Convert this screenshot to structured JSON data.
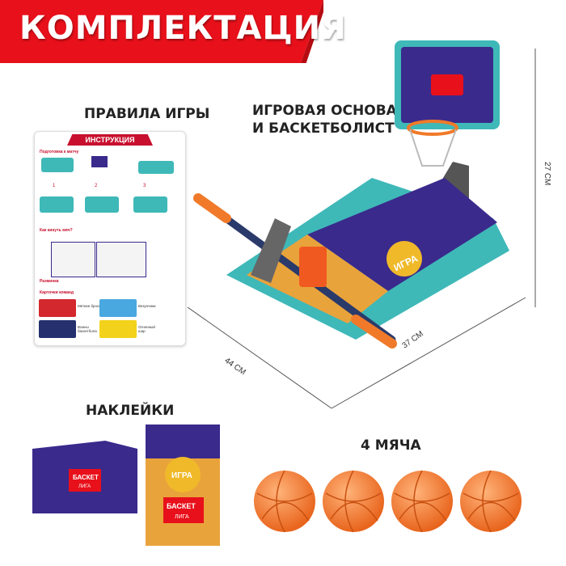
{
  "header": {
    "title": "КОМПЛЕКТАЦИЯ",
    "color": "#e8101a"
  },
  "sections": {
    "rules": "ПРАВИЛА ИГРЫ",
    "base_line1": "ИГРОВАЯ ОСНОВА",
    "base_line2": "И БАСКЕТБОЛИСТ",
    "stickers": "НАКЛЕЙКИ",
    "balls": "4 МЯЧА"
  },
  "dimensions": {
    "height": "27 СМ",
    "length": "44 СМ",
    "width": "37 СМ"
  },
  "instruction_sheet": {
    "title": "ИНСТРУКЦИЯ",
    "step_numbers": [
      "1",
      "2",
      "3"
    ],
    "headings": [
      "Подготовка к матчу",
      "Как кинуть мяч?",
      "Разминка",
      "Карточки команд"
    ],
    "cards": [
      "Меткие броски",
      "Везунчики",
      "Воины баскетбола",
      "Огненный шар"
    ]
  },
  "toy": {
    "court_text": "ИГРА",
    "logo_line1": "БАСКЕТ",
    "logo_line2": "ЛИГА"
  },
  "colors": {
    "frame": "#3fb8b8",
    "court": "#3a2a8c",
    "floor": "#e9a33b",
    "ball": "#f07a2a"
  }
}
